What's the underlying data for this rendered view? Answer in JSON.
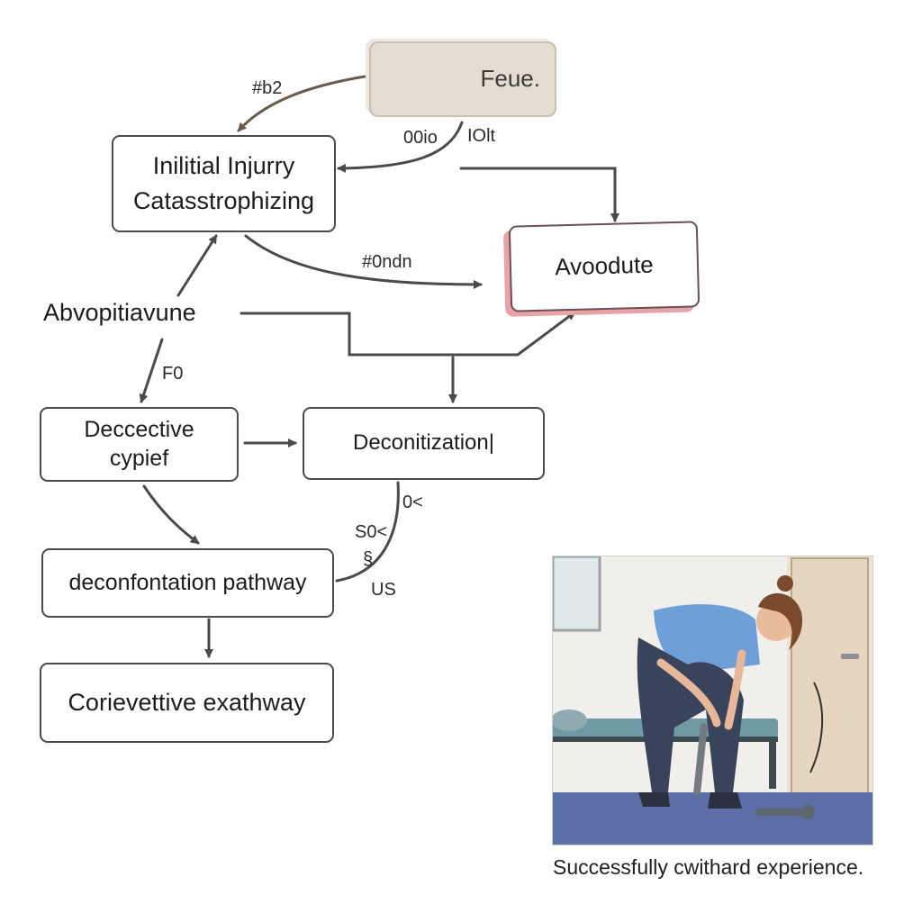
{
  "diagram": {
    "nodes": {
      "feue": "Feue.",
      "initial_line1": "Inilitial Injurry",
      "initial_line2": "Catasstrophizing",
      "avoid": "Avoodute",
      "decept_line1": "Deccective",
      "decept_line2": "cypief",
      "decon": "Deconitization|",
      "pathway": "deconfontation pathway",
      "correct": "Corievettive exathway"
    },
    "side_text": "Abvopitiavune",
    "edge_labels": [
      "#b2",
      "00io",
      "IOlt",
      "#0ndn",
      "F0",
      "0<",
      "S0<",
      "§",
      "US"
    ]
  },
  "photo": {
    "caption": "Successfully cwithard experience."
  },
  "colors": {
    "line": "#4a4a4a",
    "feue_fill": "#e6ddd2",
    "avoid_shadow": "#e8a3a8",
    "arrow_to_initial": "#6b5a4a"
  }
}
